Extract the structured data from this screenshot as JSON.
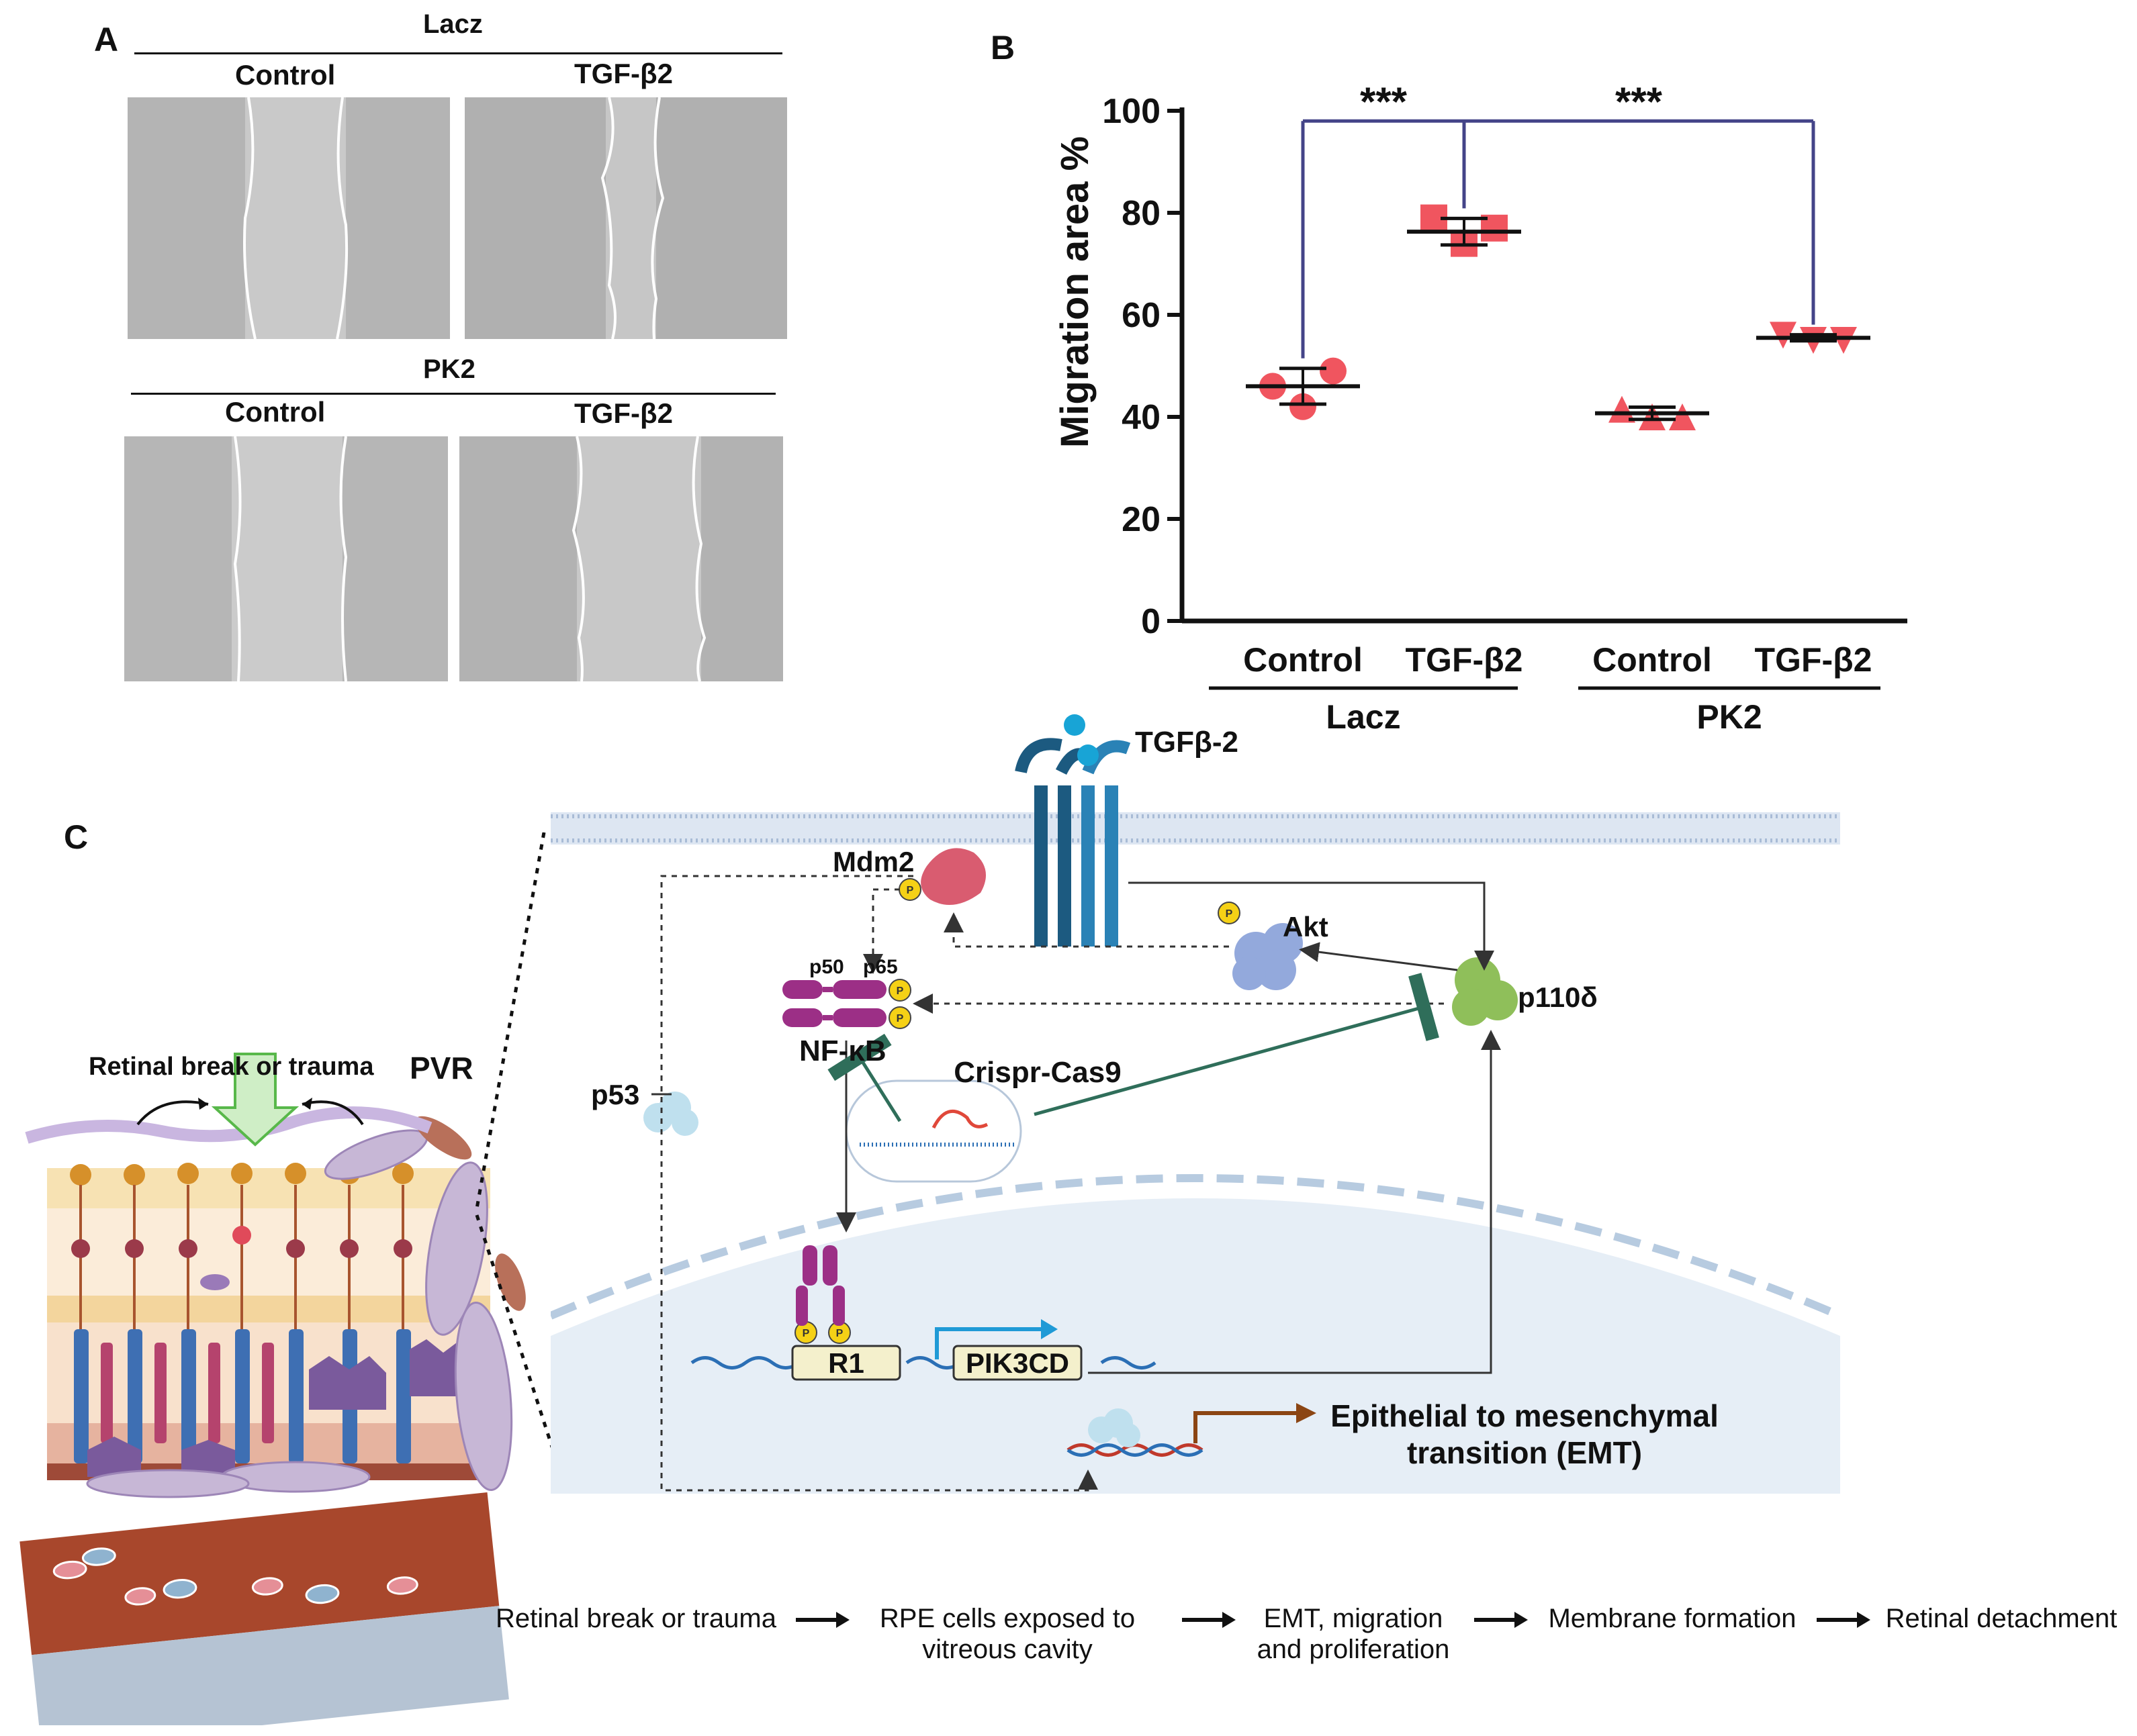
{
  "panel_a": {
    "letter": "A",
    "groups": [
      {
        "title": "Lacz",
        "cols": [
          "Control",
          "TGF-β2"
        ]
      },
      {
        "title": "PK2",
        "cols": [
          "Control",
          "TGF-β2"
        ]
      }
    ]
  },
  "panel_b": {
    "letter": "B"
  },
  "chart_data": {
    "type": "scatter",
    "ylabel": "Migration area %",
    "ylim": [
      0,
      100
    ],
    "yticks": [
      "0",
      "20",
      "40",
      "60",
      "80",
      "100"
    ],
    "categories": [
      "Control",
      "TGF-β2",
      "Control",
      "TGF-β2"
    ],
    "groups": [
      "Lacz",
      "PK2"
    ],
    "series": [
      {
        "marker": "circle",
        "color": "#f0555f",
        "points": [
          46,
          42,
          49
        ],
        "mean": 46,
        "sd": 3.5
      },
      {
        "marker": "square",
        "color": "#f0555f",
        "points": [
          79,
          74,
          77
        ],
        "mean": 76.3,
        "sd": 2.6
      },
      {
        "marker": "triangle-up",
        "color": "#f0555f",
        "points": [
          41.5,
          40,
          40
        ],
        "mean": 40.7,
        "sd": 1.2
      },
      {
        "marker": "triangle-down",
        "color": "#f0555f",
        "points": [
          56,
          55,
          55
        ],
        "mean": 55.5,
        "sd": 0.6
      }
    ],
    "significance": [
      {
        "from": 0,
        "to": 1,
        "label": "***"
      },
      {
        "from": 1,
        "to": 3,
        "label": "***"
      }
    ],
    "bracket_color": "#444488"
  },
  "panel_c": {
    "letter": "C",
    "trauma_label": "Retinal break or trauma",
    "pvr_label": "PVR",
    "nodes": {
      "tgf": "TGFβ-2",
      "mdm2": "Mdm2",
      "akt": "Akt",
      "p110": "p110δ",
      "p50": "p50",
      "p65": "p65",
      "nfkb": "NF-κB",
      "p53": "p53",
      "crispr": "Crispr-Cas9",
      "r1": "R1",
      "pik3cd": "PIK3CD",
      "emt_line1": "Epithelial to mesenchymal",
      "emt_line2": "transition (EMT)",
      "phospho": "P"
    },
    "flow": [
      "Retinal break or trauma",
      "RPE cells exposed  to vitreous cavity",
      "EMT, migration and proliferation",
      "Membrane formation",
      "Retinal detachment"
    ]
  }
}
